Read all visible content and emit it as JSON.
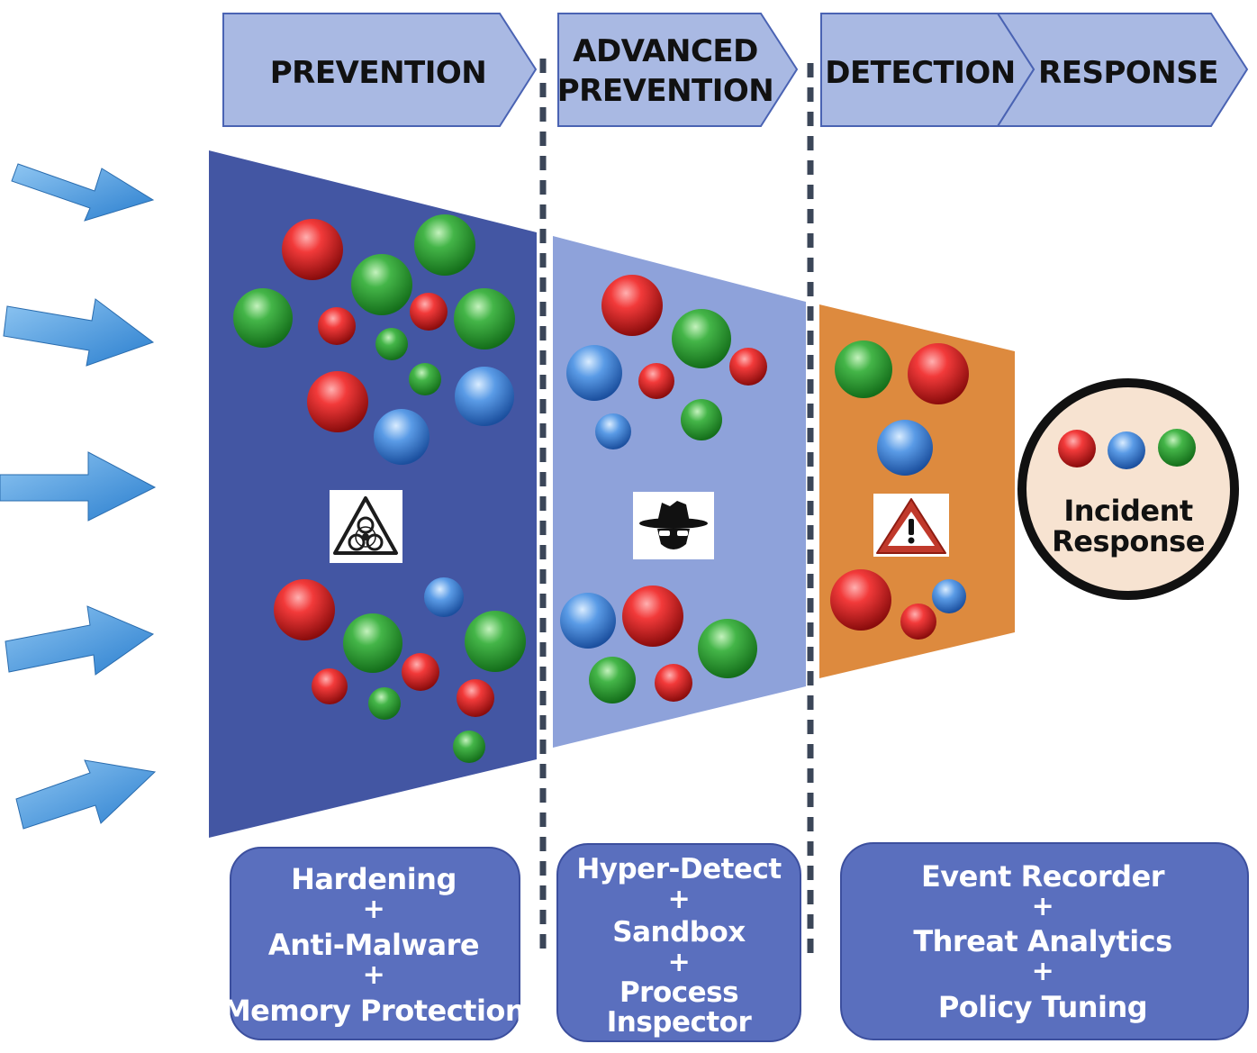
{
  "headers": {
    "prevention": "PREVENTION",
    "advanced_line1": "ADVANCED",
    "advanced_line2": "PREVENTION",
    "detection": "DETECTION",
    "response": "RESPONSE"
  },
  "boxes": {
    "prevention": {
      "line1": "Hardening",
      "plus1": "+",
      "line2": "Anti-Malware",
      "plus2": "+",
      "line3": "Memory Protection"
    },
    "advanced": {
      "line1": "Hyper-Detect",
      "plus1": "+",
      "line2": "Sandbox",
      "plus2": "+",
      "line3": "Process",
      "line4": "Inspector"
    },
    "detection": {
      "line1": "Event Recorder",
      "plus1": "+",
      "line2": "Threat Analytics",
      "plus2": "+",
      "line3": "Policy Tuning"
    }
  },
  "incident": {
    "line1": "Incident",
    "line2": "Response"
  },
  "icons": {
    "prevention": "biohazard-icon",
    "advanced": "spy-hat-icon",
    "detection": "warning-triangle-icon"
  },
  "colors": {
    "header_fill": "#a9b9e3",
    "header_stroke": "#4a63b3",
    "prevention_stage": "#4356a3",
    "advanced_stage": "#8ea2da",
    "detection_stage": "#dd8a3e",
    "box_fill": "#5a6fbe",
    "arrow": "#3d8fd6",
    "ball_red": "#e01b1b",
    "ball_green": "#2fa536",
    "ball_blue": "#3f86d8",
    "incident_fill": "#f7e3d1"
  }
}
